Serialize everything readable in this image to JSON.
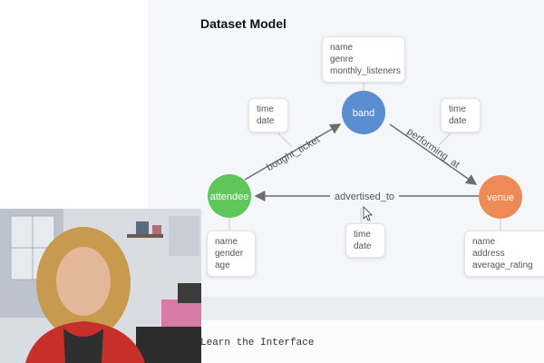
{
  "slide": {
    "title": "Dataset Model",
    "caption": "Learn the Interface"
  },
  "nodes": {
    "band": {
      "label": "band",
      "color": "#5a8ed0"
    },
    "attendee": {
      "label": "attendee",
      "color": "#5fc65a"
    },
    "venue": {
      "label": "venue",
      "color": "#ee8a58"
    }
  },
  "node_properties": {
    "band": [
      "name",
      "genre",
      "monthly_listeners"
    ],
    "attendee": [
      "name",
      "gender",
      "age"
    ],
    "venue": [
      "name",
      "address",
      "average_rating"
    ]
  },
  "relationships": {
    "bought_ticket": {
      "label": "bought_ticket",
      "properties": [
        "time",
        "date"
      ]
    },
    "performing_at": {
      "label": "performing_at",
      "properties": [
        "time",
        "date"
      ]
    },
    "advertised_to": {
      "label": "advertised_to",
      "properties": [
        "time",
        "date"
      ]
    }
  },
  "colors": {
    "edge": "#6d6d6d",
    "panel_bg": "#f4f6f9",
    "card_border": "#e1e4e8"
  }
}
